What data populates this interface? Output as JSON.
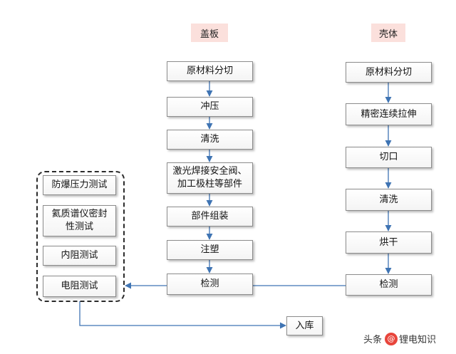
{
  "headers": {
    "cover": "盖板",
    "shell": "壳体"
  },
  "cover_steps": [
    "原材料分切",
    "冲压",
    "清洗",
    "激光焊接安全阀、\n加工极柱等部件",
    "部件组装",
    "注塑",
    "检测"
  ],
  "shell_steps": [
    "原材料分切",
    "精密连续拉伸",
    "切口",
    "清洗",
    "烘干",
    "检测"
  ],
  "tests": [
    "防爆压力测试",
    "氦质谱仪密封\n性测试",
    "内阻测试",
    "电阻测试"
  ],
  "storage": "入库",
  "watermark": {
    "prefix": "头条",
    "logo": "@",
    "name": "锂电知识"
  },
  "colors": {
    "arrow": "#3f74b3",
    "header_bg": "#fbe0dc"
  }
}
